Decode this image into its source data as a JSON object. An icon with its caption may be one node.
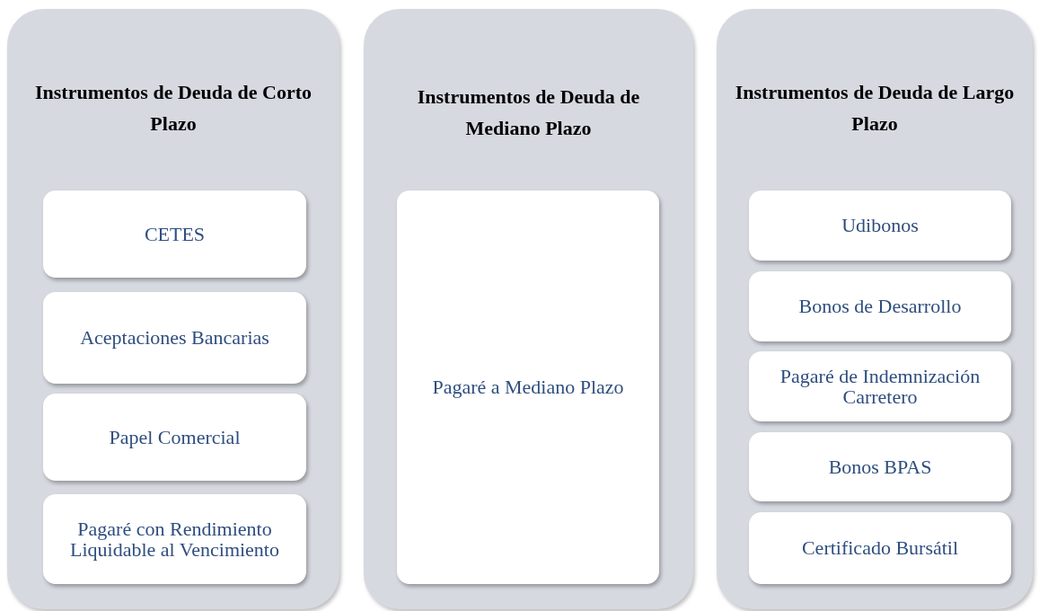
{
  "diagram": {
    "nodes": [
      {
        "text": [
          "Instrumentos de Deuda de Corto Plazo"
        ]
      },
      {
        "text": [
          "CETES"
        ],
        "in": 0
      },
      {
        "text": [
          "Aceptaciones Bancarias"
        ],
        "in": 0
      },
      {
        "text": [
          "Papel Comercial"
        ],
        "in": 0
      },
      {
        "text": [
          "Pagaré con Rendimiento Liquidable al Vencimiento"
        ],
        "in": 0
      },
      {
        "text": [
          "Instrumentos de Deuda de Mediano Plazo"
        ]
      },
      {
        "text": [
          "Pagaré a Mediano Plazo"
        ],
        "in": 5
      },
      {
        "text": [
          "Instrumentos de Deuda de Largo Plazo"
        ]
      },
      {
        "text": [
          "Udibonos"
        ],
        "in": 7
      },
      {
        "text": [
          "Bonos de Desarrollo"
        ],
        "in": 7
      },
      {
        "text": [
          "Pagaré de Indemnización Carretero"
        ],
        "in": 7
      },
      {
        "text": [
          "Bonos BPAS"
        ],
        "in": 7
      },
      {
        "text": [
          "Certificado Bursátil"
        ],
        "in": 7
      }
    ]
  }
}
